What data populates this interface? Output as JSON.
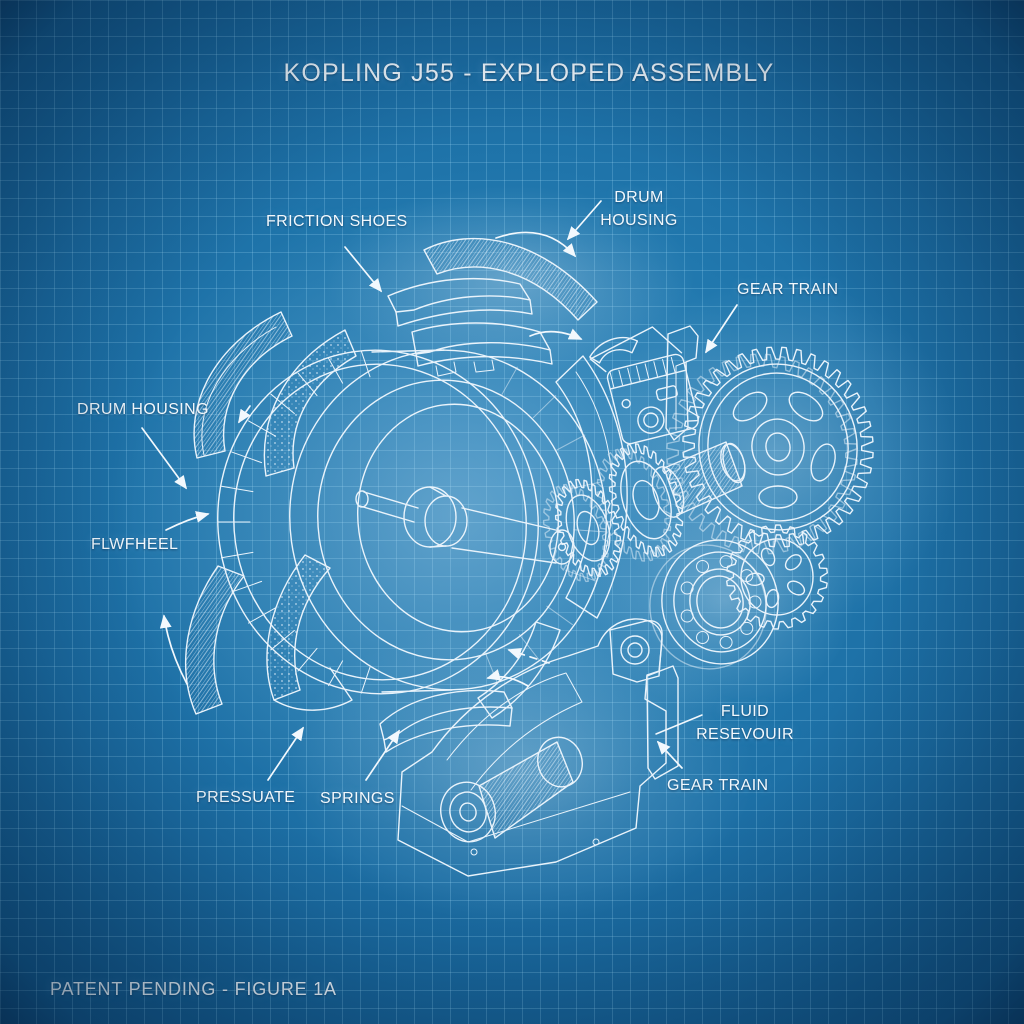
{
  "title": "KOPLING J55 - EXPLOPED ASSEMBLY",
  "footer": "PATENT PENDING - FIGURE 1A",
  "labels": {
    "friction_shoes": "FRICTION SHOES",
    "drum_housing_top": {
      "line1": "DRUM",
      "line2": "HOUSING"
    },
    "gear_train_top": "GEAR TRAIN",
    "drum_housing_left": "DRUM HOUSING",
    "flywheel": "FLWFHEEL",
    "pressure_plate": "PRESSUATE",
    "springs": "SPRINGS",
    "fluid_reservoir": {
      "line1": "FLUID",
      "line2": "RESEVOUIR"
    },
    "gear_train_bottom": "GEAR TRAIN"
  },
  "colors": {
    "paper": "#1c6da4",
    "paper_highlight": "#2b83ba",
    "grid_line": "#96d2f0",
    "ink": "#e9f3fb",
    "text": "#f2f8fd"
  }
}
